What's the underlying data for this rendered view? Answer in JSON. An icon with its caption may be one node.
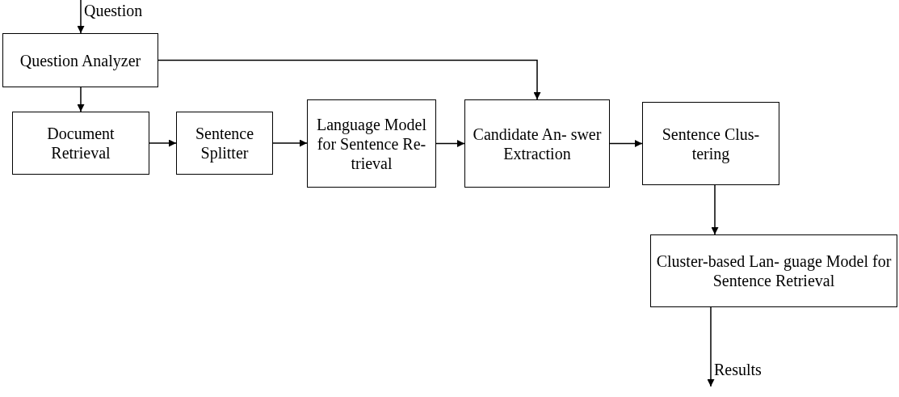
{
  "diagram": {
    "nodes": [
      {
        "text": [
          "Question Analyzer"
        ]
      },
      {
        "text": [
          "Document Retrieval"
        ]
      },
      {
        "text": [
          "Sentence Splitter"
        ]
      },
      {
        "text": [
          "Language Model for Sentence Re- trieval"
        ]
      },
      {
        "text": [
          "Candidate An- swer Extraction"
        ]
      },
      {
        "text": [
          "Sentence Clus- tering"
        ]
      },
      {
        "text": [
          "Cluster-based Lan- guage Model for Sentence Retrieval"
        ]
      }
    ],
    "edges": [
      {
        "from": null,
        "to": 0,
        "arrow": "to",
        "label": "Question"
      },
      {
        "from": 0,
        "to": 1,
        "arrow": "to"
      },
      {
        "from": 0,
        "to": 4,
        "arrow": "to"
      },
      {
        "from": 1,
        "to": 2,
        "arrow": "to"
      },
      {
        "from": 2,
        "to": 3,
        "arrow": "to"
      },
      {
        "from": 3,
        "to": 4,
        "arrow": "to"
      },
      {
        "from": 4,
        "to": 5,
        "arrow": "to"
      },
      {
        "from": 5,
        "to": 6,
        "arrow": "to"
      },
      {
        "from": 6,
        "to": null,
        "arrow": "to",
        "label": "Results"
      }
    ]
  }
}
